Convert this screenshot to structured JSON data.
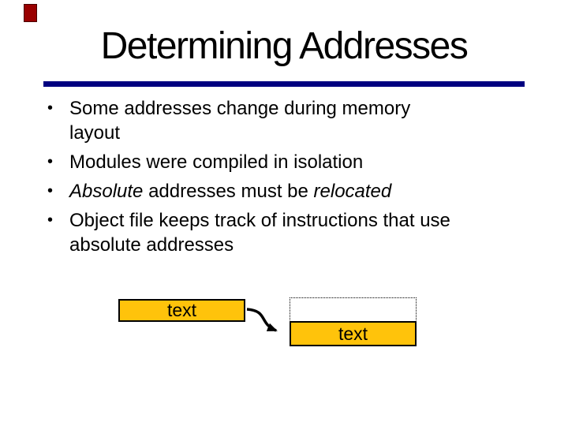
{
  "slide": {
    "title": "Determining Addresses",
    "bullet_marker": "•",
    "bullets": [
      {
        "lines": [
          [
            {
              "t": "Some addresses change during memory"
            }
          ],
          [
            {
              "t": "layout"
            }
          ]
        ]
      },
      {
        "lines": [
          [
            {
              "t": "Modules were compiled in isolation"
            }
          ]
        ]
      },
      {
        "lines": [
          [
            {
              "t": "Absolute",
              "i": true
            },
            {
              "t": " addresses must be "
            },
            {
              "t": "relocated",
              "i": true
            }
          ]
        ]
      },
      {
        "lines": [
          [
            {
              "t": "Object file keeps track of instructions that use"
            }
          ],
          [
            {
              "t": "absolute addresses"
            }
          ]
        ]
      }
    ],
    "diagram": {
      "source_box_label": "text",
      "target_box_label": "text"
    },
    "colors": {
      "background": "#FFFFFF",
      "text": "#000000",
      "accent_rule": "#000080",
      "box_fill": "#FFC30B",
      "box_border": "#000000",
      "corner_mark": "#990000",
      "arrow": "#000000"
    }
  }
}
